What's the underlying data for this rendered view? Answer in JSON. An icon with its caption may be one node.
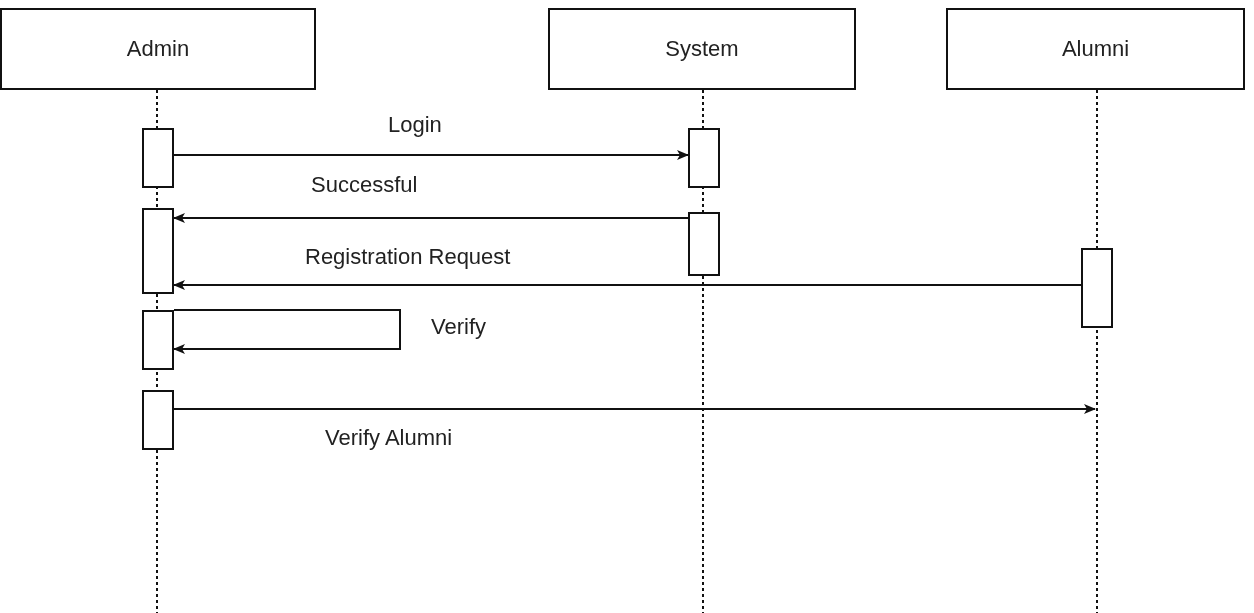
{
  "diagram": {
    "nodes": [
      {
        "text": [
          "Admin"
        ]
      },
      {
        "text": [
          "System"
        ]
      },
      {
        "text": [
          "Alumni"
        ]
      },
      {
        "text": [],
        "shape": "bar"
      },
      {
        "text": [],
        "shape": "bar"
      },
      {
        "text": [],
        "shape": "bar"
      },
      {
        "text": [],
        "shape": "bar"
      },
      {
        "text": [],
        "shape": "bar"
      },
      {
        "text": [],
        "shape": "bar"
      },
      {
        "text": [],
        "shape": "bar"
      }
    ],
    "edges": [
      {
        "from": 3,
        "to": 4,
        "arrow": "to",
        "label": "Login"
      },
      {
        "from": 6,
        "to": 5,
        "arrow": "to",
        "label": "Successful"
      },
      {
        "from": 7,
        "to": 5,
        "arrow": "to",
        "label": "Registration Request"
      },
      {
        "from": 8,
        "to": 8,
        "arrow": "to",
        "label": "Verify"
      },
      {
        "from": 9,
        "to": null,
        "arrow": "to",
        "label": "Verify Alumni"
      }
    ]
  }
}
